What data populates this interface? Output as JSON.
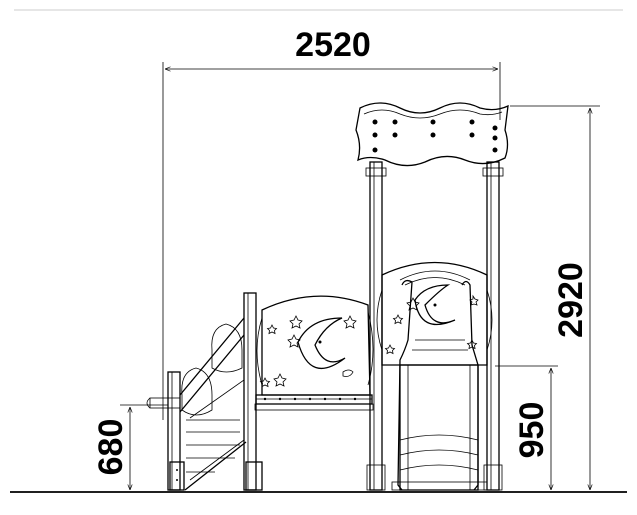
{
  "dimensions": {
    "overall_width": "2520",
    "overall_height": "2920",
    "slide_platform_height": "950",
    "deck_height": "680"
  },
  "colors": {
    "line": "#000000",
    "background": "#ffffff",
    "top_rule": "#cccccc"
  },
  "icons": {
    "panel_decoration": [
      "crescent-moon-icon",
      "star-icon"
    ]
  }
}
